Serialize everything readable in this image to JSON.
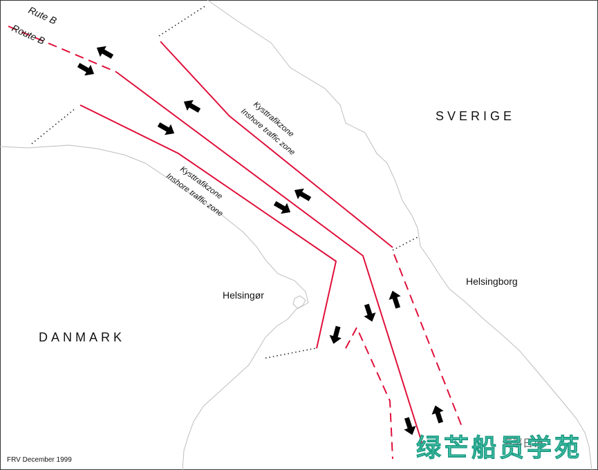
{
  "labels": {
    "route_danish": "Rute B",
    "route_english": "Route B",
    "zone_north_danish": "Kysttrafikzone",
    "zone_north_english": "Inshore traffic zone",
    "zone_south_danish": "Kysttrafikzone",
    "zone_south_english": "Inshore traffic zone",
    "country_sweden": "SVERIGE",
    "country_denmark": "DANMARK",
    "city_helsingborg": "Helsingborg",
    "city_helsingor": "Helsingør",
    "credit": "FRV December 1999"
  },
  "watermark": {
    "big_text": "绿芒船员学苑",
    "small_text": "海事日记"
  },
  "colors": {
    "lane_lines": "#e0103a",
    "coastline": "#bdbdbd",
    "arrows": "#000000",
    "watermark": "#6fe0c6"
  }
}
